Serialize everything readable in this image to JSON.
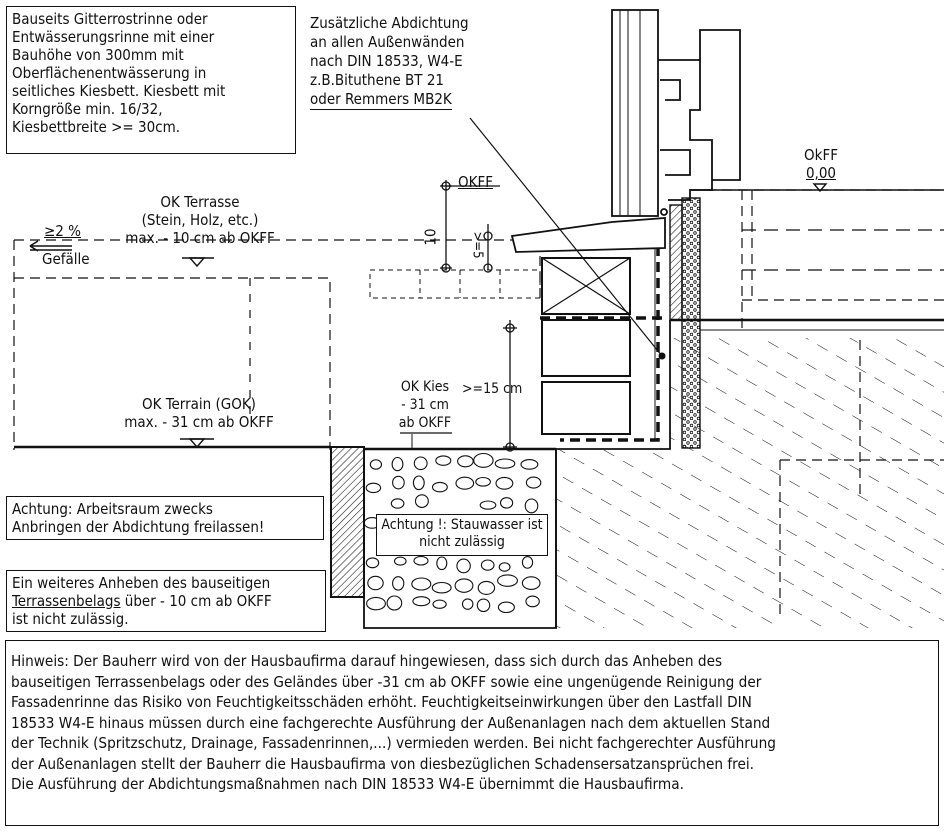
{
  "notes": {
    "rinne": {
      "lines": [
        "Bauseits Gitterrostrinne oder",
        "Entwässerungsrinne mit einer",
        "Bauhöhe von 300mm mit",
        "Oberflächenentwässerung in",
        "seitliches Kiesbett. Kiesbett mit",
        "Korngröße min. 16/32,",
        "Kiesbettbreite >= 30cm."
      ]
    },
    "abdichtung": {
      "lines": [
        "Zusätzliche Abdichtung",
        "an allen Außenwänden",
        "nach DIN 18533, W4-E",
        "z.B.Bituthene  BT 21",
        "oder Remmers MB2K"
      ]
    },
    "arbeitsraum": {
      "lines": [
        "Achtung: Arbeitsraum zwecks",
        "Anbringen der Abdichtung freilassen!"
      ]
    },
    "anheben": {
      "line1": "Ein weiteres Anheben des bauseitigen",
      "line2_underlined": "Terrassenbelags",
      "line2_rest": " über - 10 cm ab OKFF",
      "line3": "ist nicht zulässig."
    },
    "stauwasser": {
      "lines": [
        "Achtung !: Stauwasser ist",
        "nicht zulässig"
      ]
    },
    "hinweis": {
      "lines": [
        "Hinweis: Der Bauherr wird von der Hausbaufirma darauf hingewiesen, dass sich durch das Anheben des",
        "bauseitigen Terrassenbelags  oder des Geländes  über -31 cm ab OKFF sowie eine ungenügende Reinigung der",
        "Fassadenrinne das Risiko von Feuchtigkeitsschäden erhöht. Feuchtigkeitseinwirkungen über den Lastfall DIN",
        "18533 W4-E hinaus müssen durch eine fachgerechte Ausführung der Außenanlagen nach dem aktuellen Stand",
        "der Technik (Spritzschutz, Drainage, Fassadenrinnen,...) vermieden werden. Bei nicht fachgerechter Ausführung",
        "der Außenanlagen stellt der Bauherr die Hausbaufirma von diesbezüglichen Schadensersatzansprüchen frei.",
        "Die Ausführung der Abdichtungsmaßnahmen nach DIN 18533 W4-E übernimmt die Hausbaufirma."
      ]
    }
  },
  "labels": {
    "ok_terrasse": [
      "OK Terrasse",
      "(Stein, Holz, etc.)",
      "max. - 10 cm ab OKFF"
    ],
    "gefaelle_pct": "≥2 %",
    "gefaelle": "Gefälle",
    "okff_top": "OKFF",
    "dim_10": "10",
    "dim_ge5": ">=5",
    "okff_right": "OkFF",
    "okff_right_value": "0,00",
    "ok_terrain": [
      "OK Terrain (GOK)",
      "max. - 31 cm ab OKFF"
    ],
    "ok_kies": [
      "OK Kies",
      "- 31 cm",
      "ab OKFF"
    ],
    "dim_ge15": ">=15 cm"
  }
}
